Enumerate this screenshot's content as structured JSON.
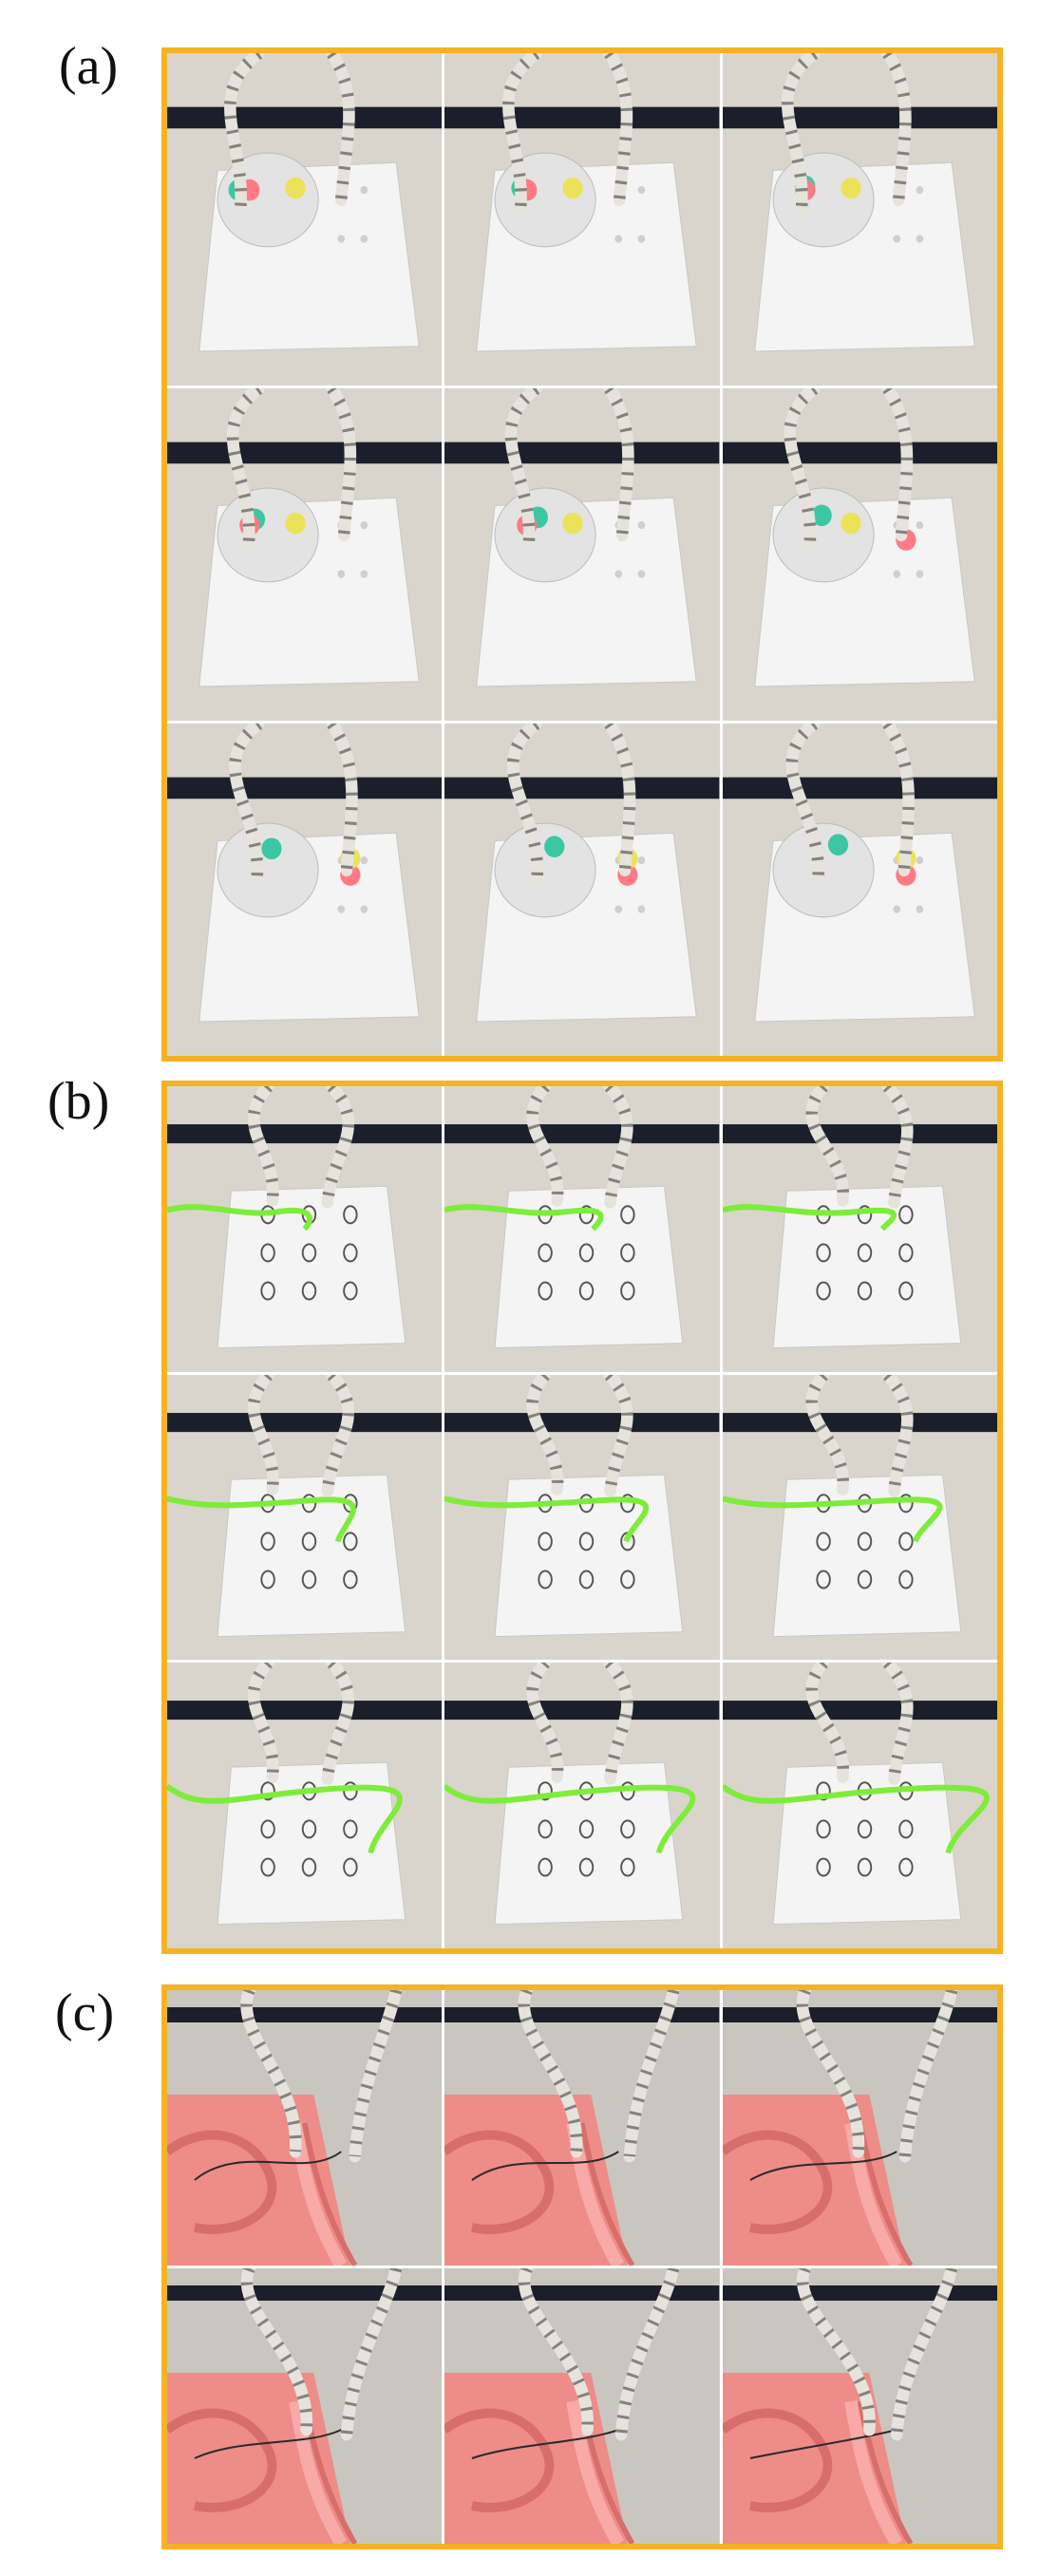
{
  "labels": {
    "a": "(a)",
    "b": "(b)",
    "c": "(c)"
  },
  "colors": {
    "frame": "#f5b323",
    "floor": "#d9d5cd",
    "wall_stripe": "#1b1f2b",
    "board_white": "#f4f4f4",
    "board_pink": "#ee8c88",
    "bead_green": "#3cc7a4",
    "bead_pink": "#ff7a85",
    "bead_yellow": "#ece25a",
    "cord_green": "#7dec3a",
    "robot_arm": "#e6e3dc"
  },
  "panels": [
    {
      "id": "a",
      "task": "bead-transfer",
      "rows": 3,
      "cols": 3
    },
    {
      "id": "b",
      "task": "cord-threading",
      "rows": 3,
      "cols": 3
    },
    {
      "id": "c",
      "task": "suturing",
      "rows": 2,
      "cols": 3
    }
  ]
}
